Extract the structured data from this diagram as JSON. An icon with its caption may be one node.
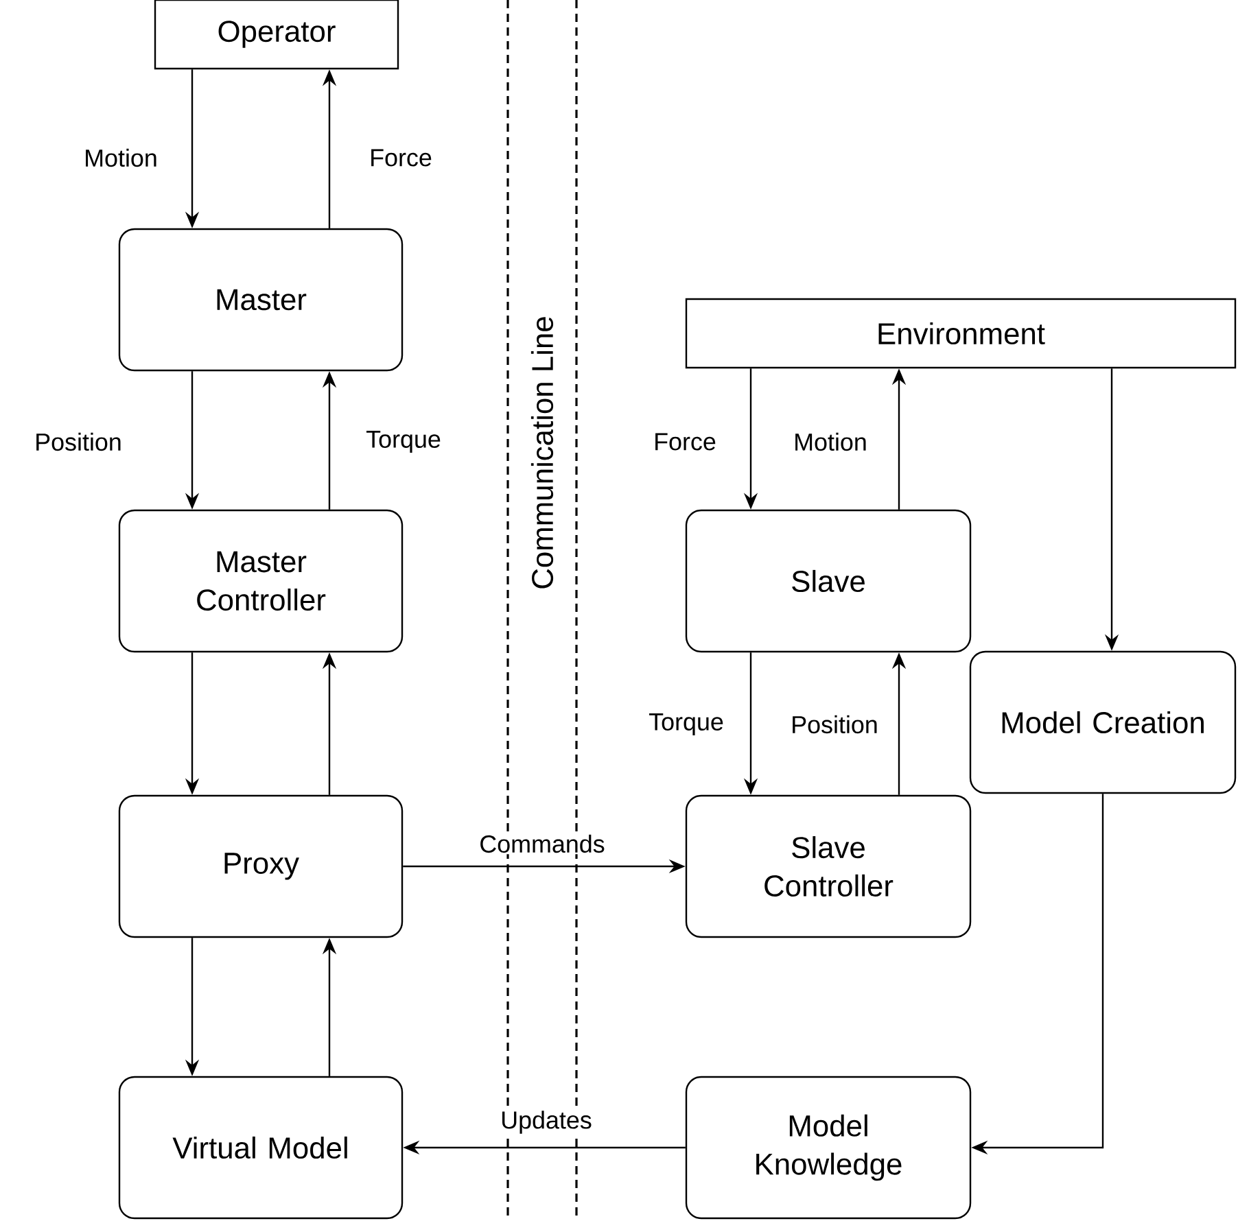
{
  "diagram": {
    "nodes": [
      {
        "text": [
          "Operator"
        ]
      },
      {
        "text": [
          "Master"
        ]
      },
      {
        "text": [
          "Master Controller"
        ]
      },
      {
        "text": [
          "Proxy"
        ]
      },
      {
        "text": [
          "Virtual Model"
        ]
      },
      {
        "text": [
          "Environment"
        ]
      },
      {
        "text": [
          "Slave"
        ]
      },
      {
        "text": [
          "Model Creation"
        ]
      },
      {
        "text": [
          "Slave Controller"
        ]
      },
      {
        "text": [
          "Model Knowledge"
        ]
      }
    ],
    "edges": [
      {
        "from": 0,
        "to": 1,
        "arrow": "to",
        "label": "Motion"
      },
      {
        "from": 1,
        "to": 0,
        "arrow": "to",
        "label": "Force"
      },
      {
        "from": 1,
        "to": 2,
        "arrow": "to",
        "label": "Position"
      },
      {
        "from": 2,
        "to": 1,
        "arrow": "to",
        "label": "Torque"
      },
      {
        "from": 2,
        "to": 3,
        "arrow": "to"
      },
      {
        "from": 3,
        "to": 2,
        "arrow": "to"
      },
      {
        "from": 3,
        "to": 4,
        "arrow": "to"
      },
      {
        "from": 4,
        "to": 3,
        "arrow": "to"
      },
      {
        "from": 5,
        "to": 6,
        "arrow": "to",
        "label": "Force"
      },
      {
        "from": 6,
        "to": 5,
        "arrow": "to",
        "label": "Motion"
      },
      {
        "from": 6,
        "to": 8,
        "arrow": "to",
        "label": "Torque"
      },
      {
        "from": 8,
        "to": 6,
        "arrow": "to",
        "label": "Position"
      },
      {
        "from": 3,
        "to": 8,
        "arrow": "to",
        "label": "Commands"
      },
      {
        "from": 9,
        "to": 4,
        "arrow": "to",
        "label": "Updates"
      },
      {
        "from": 5,
        "to": 7,
        "arrow": "to"
      },
      {
        "from": 7,
        "to": 9,
        "arrow": "to"
      }
    ],
    "labels": [
      "Communication Line"
    ]
  }
}
